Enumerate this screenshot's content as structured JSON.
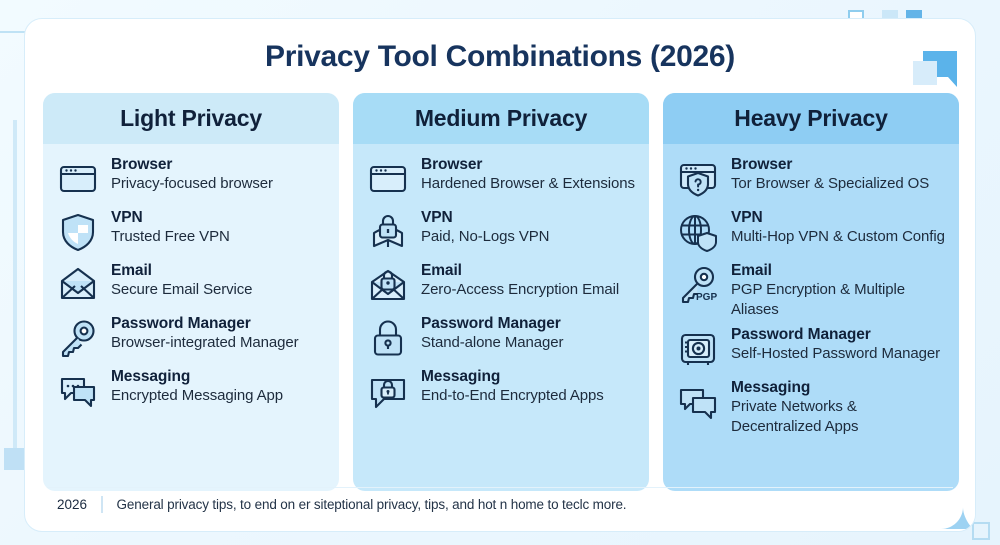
{
  "header": {
    "title": "Privacy Tool Combinations (2026)"
  },
  "colors": {
    "title_text": "#17345e",
    "light_header_bg": "#cdeaf8",
    "light_body_bg": "#e4f4fd",
    "medium_header_bg": "#a7dcf6",
    "medium_body_bg": "#c6e8fa",
    "heavy_header_bg": "#8ecdf3",
    "heavy_body_bg": "#aedcf8",
    "icon_stroke": "#16314f",
    "icon_fill": "#bfe2f7",
    "accent": "#63b4e8"
  },
  "columns": [
    {
      "id": "light",
      "heading": "Light Privacy",
      "items": [
        {
          "icon": "browser-window-icon",
          "title": "Browser",
          "desc": "Privacy-focused browser"
        },
        {
          "icon": "shield-icon",
          "title": "VPN",
          "desc": "Trusted Free VPN"
        },
        {
          "icon": "open-envelope-icon",
          "title": "Email",
          "desc": "Secure Email Service"
        },
        {
          "icon": "key-icon",
          "title": "Password Manager",
          "desc": "Browser-integrated Manager"
        },
        {
          "icon": "chat-bubbles-icon",
          "title": "Messaging",
          "desc": "Encrypted Messaging App"
        }
      ]
    },
    {
      "id": "medium",
      "heading": "Medium Privacy",
      "items": [
        {
          "icon": "browser-window-icon",
          "title": "Browser",
          "desc": "Hardened Browser & Extensions"
        },
        {
          "icon": "vpn-tunnel-lock-icon",
          "title": "VPN",
          "desc": "Paid, No-Logs VPN"
        },
        {
          "icon": "envelope-lock-icon",
          "title": "Email",
          "desc": "Zero-Access Encryption Email"
        },
        {
          "icon": "padlock-icon",
          "title": "Password Manager",
          "desc": "Stand-alone Manager"
        },
        {
          "icon": "chat-lock-icon",
          "title": "Messaging",
          "desc": "End-to-End Encrypted Apps"
        }
      ]
    },
    {
      "id": "heavy",
      "heading": "Heavy Privacy",
      "items": [
        {
          "icon": "browser-shield-question-icon",
          "title": "Browser",
          "desc": "Tor Browser & Specialized OS"
        },
        {
          "icon": "globe-shield-icon",
          "title": "VPN",
          "desc": "Multi-Hop VPN & Custom Config"
        },
        {
          "icon": "key-pgp-icon",
          "title": "Email",
          "desc": "PGP Encryption & Multiple Aliases"
        },
        {
          "icon": "safe-vault-icon",
          "title": "Password Manager",
          "desc": "Self-Hosted Password Manager"
        },
        {
          "icon": "chat-bubbles-icon",
          "title": "Messaging",
          "desc": "Private Networks & Decentralized Apps"
        }
      ]
    }
  ],
  "footer": {
    "year": "2026",
    "note": "General privacy tips, to end on er siteptional privacy, tips, and hot n home to teclc more."
  }
}
